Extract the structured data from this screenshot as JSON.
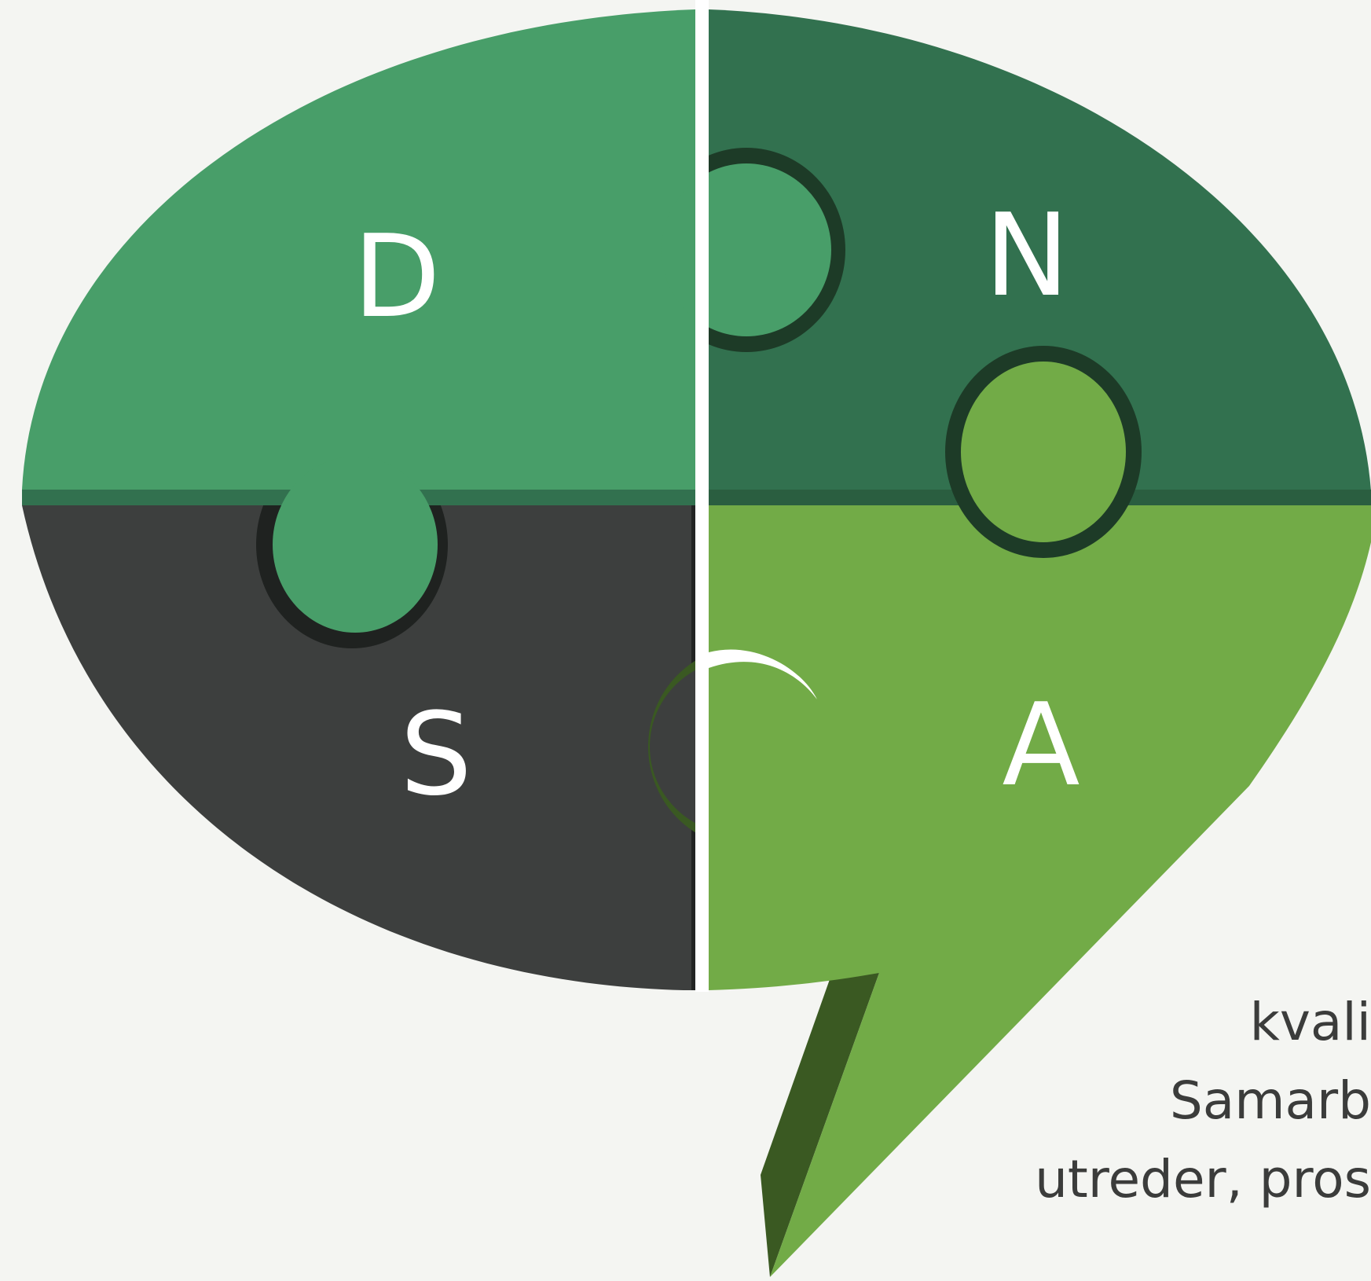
{
  "pieces": {
    "top_left": {
      "letter": "D",
      "color": "#489e69"
    },
    "top_right": {
      "letter": "N",
      "color": "#32714f"
    },
    "bottom_left": {
      "letter": "S",
      "color": "#3d3f3e"
    },
    "bottom_right": {
      "letter": "A",
      "color": "#72ab47"
    }
  },
  "caption_lines": [
    "kvali",
    "Samarb",
    "utreder, pros"
  ]
}
